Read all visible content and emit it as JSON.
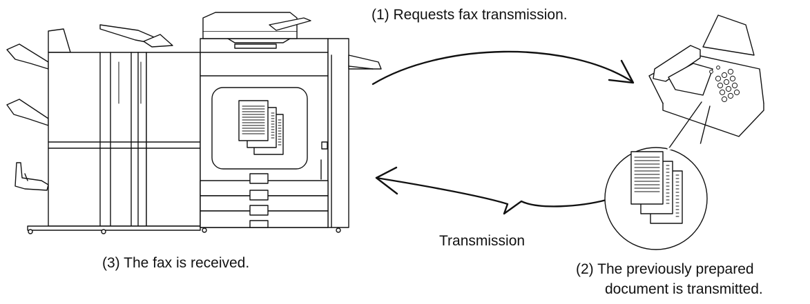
{
  "labels": {
    "step1": "(1) Requests fax transmission.",
    "step2_line1": "(2) The previously prepared",
    "step2_line2": "document is transmitted.",
    "step3": "(3) The fax is received.",
    "transmission": "Transmission"
  }
}
